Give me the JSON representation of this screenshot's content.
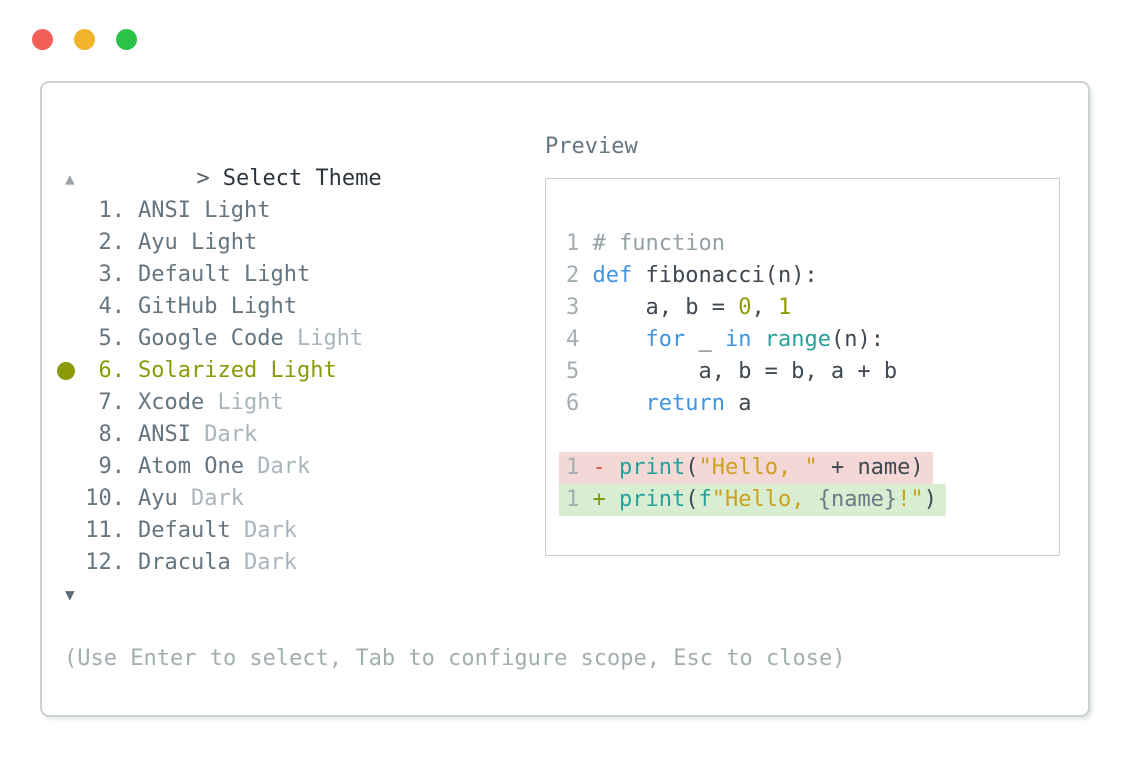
{
  "window": {
    "controls": [
      "close",
      "minimize",
      "zoom"
    ]
  },
  "prompt": {
    "caret": ">",
    "title": "Select Theme"
  },
  "theme_list": {
    "scroll_up_icon": "▲",
    "scroll_down_icon": "▼",
    "items": [
      {
        "number": "1.",
        "name": "ANSI",
        "suffix": " Light",
        "style": "plain",
        "selected": false
      },
      {
        "number": "2.",
        "name": "Ayu",
        "suffix": " Light",
        "style": "plain",
        "selected": false
      },
      {
        "number": "3.",
        "name": "Default",
        "suffix": " Light",
        "style": "plain",
        "selected": false
      },
      {
        "number": "4.",
        "name": "GitHub",
        "suffix": " Light",
        "style": "plain",
        "selected": false
      },
      {
        "number": "5.",
        "name": "Google Code",
        "suffix": " Light",
        "style": "muted",
        "selected": false
      },
      {
        "number": "6.",
        "name": "Solarized",
        "suffix": " Light",
        "style": "selected",
        "selected": true
      },
      {
        "number": "7.",
        "name": "Xcode",
        "suffix": " Light",
        "style": "muted",
        "selected": false
      },
      {
        "number": "8.",
        "name": "ANSI",
        "suffix": " Dark",
        "style": "muted",
        "selected": false
      },
      {
        "number": "9.",
        "name": "Atom One",
        "suffix": " Dark",
        "style": "muted",
        "selected": false
      },
      {
        "number": "10.",
        "name": "Ayu",
        "suffix": " Dark",
        "style": "muted",
        "selected": false
      },
      {
        "number": "11.",
        "name": "Default",
        "suffix": " Dark",
        "style": "muted",
        "selected": false
      },
      {
        "number": "12.",
        "name": "Dracula",
        "suffix": " Dark",
        "style": "muted",
        "selected": false
      }
    ]
  },
  "preview": {
    "title": "Preview",
    "code_lines": [
      [
        {
          "c": "ln",
          "t": "1"
        },
        {
          "c": "comment",
          "t": " # function"
        }
      ],
      [
        {
          "c": "ln",
          "t": "2"
        },
        {
          "c": "plain",
          "t": " "
        },
        {
          "c": "keyword",
          "t": "def"
        },
        {
          "c": "plain",
          "t": " fibonacci(n):"
        }
      ],
      [
        {
          "c": "ln",
          "t": "3"
        },
        {
          "c": "plain",
          "t": "     a, b = "
        },
        {
          "c": "number",
          "t": "0"
        },
        {
          "c": "plain",
          "t": ", "
        },
        {
          "c": "number",
          "t": "1"
        }
      ],
      [
        {
          "c": "ln",
          "t": "4"
        },
        {
          "c": "plain",
          "t": "     "
        },
        {
          "c": "keyword",
          "t": "for"
        },
        {
          "c": "plain",
          "t": " _ "
        },
        {
          "c": "keyword",
          "t": "in"
        },
        {
          "c": "plain",
          "t": " "
        },
        {
          "c": "function",
          "t": "range"
        },
        {
          "c": "plain",
          "t": "(n):"
        }
      ],
      [
        {
          "c": "ln",
          "t": "5"
        },
        {
          "c": "plain",
          "t": "         a, b = b, a + b"
        }
      ],
      [
        {
          "c": "ln",
          "t": "6"
        },
        {
          "c": "plain",
          "t": "     "
        },
        {
          "c": "keyword",
          "t": "return"
        },
        {
          "c": "plain",
          "t": " a"
        }
      ]
    ],
    "diff_lines": [
      {
        "kind": "removed",
        "segments": [
          {
            "c": "ln",
            "t": "1"
          },
          {
            "c": "plain",
            "t": " "
          },
          {
            "c": "diff_minus",
            "t": "-"
          },
          {
            "c": "plain",
            "t": " "
          },
          {
            "c": "function",
            "t": "print"
          },
          {
            "c": "plain",
            "t": "("
          },
          {
            "c": "string",
            "t": "\"Hello, \""
          },
          {
            "c": "plain",
            "t": " + name)"
          }
        ]
      },
      {
        "kind": "added",
        "segments": [
          {
            "c": "ln",
            "t": "1"
          },
          {
            "c": "plain",
            "t": " "
          },
          {
            "c": "diff_plus",
            "t": "+"
          },
          {
            "c": "plain",
            "t": " "
          },
          {
            "c": "function",
            "t": "print"
          },
          {
            "c": "plain",
            "t": "("
          },
          {
            "c": "function",
            "t": "f"
          },
          {
            "c": "string",
            "t": "\"Hello, "
          },
          {
            "c": "interpolation",
            "t": "{name}"
          },
          {
            "c": "string",
            "t": "!\""
          },
          {
            "c": "plain",
            "t": ")"
          }
        ]
      }
    ],
    "syntax_colors": {
      "ln": "#a4adb2",
      "plain": "#3f4850",
      "comment": "#96a1a7",
      "keyword": "#4394de",
      "function": "#2aa198",
      "number": "#8f9b05",
      "string": "#cca11e",
      "interpolation": "#6b7a85",
      "diff_minus": "#e25555",
      "diff_plus": "#7f9b04"
    }
  },
  "footer": {
    "hint": "(Use Enter to select, Tab to configure scope, Esc to close)"
  },
  "colors": {
    "traffic_red": "#f15f58",
    "traffic_yellow": "#f2b32c",
    "traffic_green": "#2bc247",
    "panel_border": "#ccd2d4",
    "preview_border": "#c8cdd0",
    "prompt_title": "#2c343c",
    "prompt_caret": "#4d5c66",
    "slate": "#657580",
    "muted_suffix": "#a9b5bb",
    "selected": "#8a9a08",
    "arrow_up": "#98a2a8",
    "arrow_down": "#5a6d79",
    "footer": "#a3aeb0",
    "removed_bg": "#f4d8d6",
    "added_bg": "#d9edd2"
  }
}
